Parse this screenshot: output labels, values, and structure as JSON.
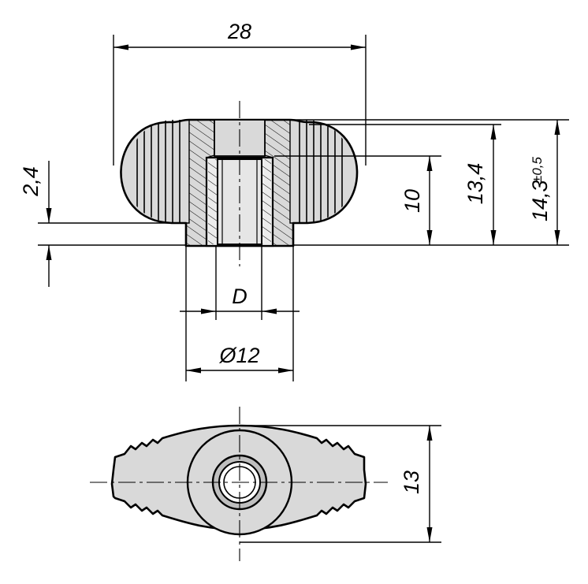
{
  "drawing": {
    "dimensions": {
      "width_28": "28",
      "height_2_4": "2,4",
      "height_10": "10",
      "height_13_4": "13,4",
      "height_14_3": "14,3",
      "height_14_3_tol": "±0,5",
      "thread_d": "D",
      "diameter_12": "Ø12",
      "width_13": "13"
    }
  }
}
